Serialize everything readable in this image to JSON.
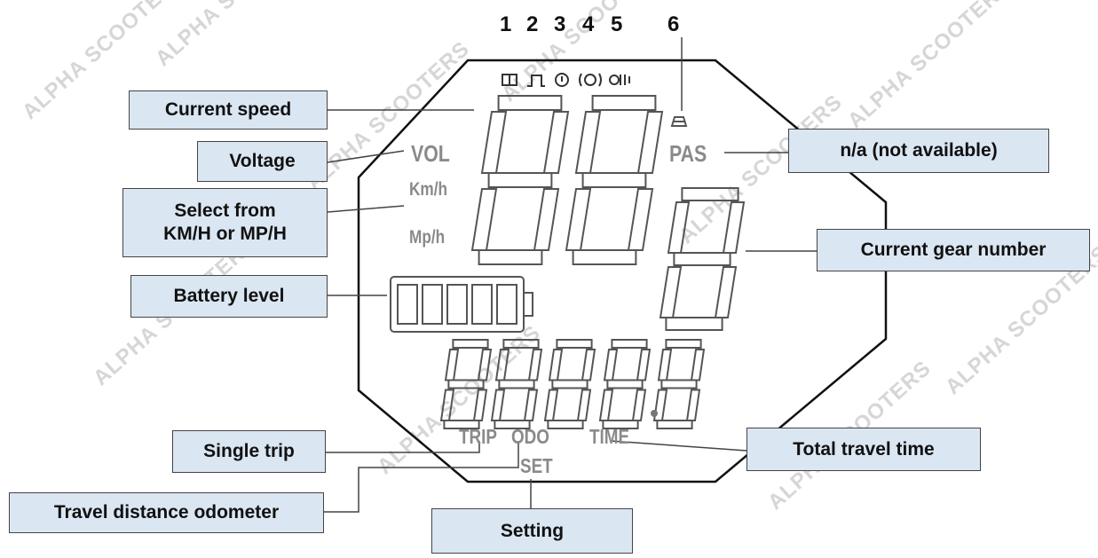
{
  "watermark": "ALPHA SCOOTERS",
  "indicator_numbers": [
    "1",
    "2",
    "3",
    "4",
    "5",
    "6"
  ],
  "lcd_labels": {
    "vol": "VOL",
    "kmh": "Km/h",
    "mph": "Mp/h",
    "pas": "PAS",
    "trip": "TRIP",
    "odo": "ODO",
    "time": "TIME",
    "set": "SET"
  },
  "callouts": {
    "current_speed": "Current speed",
    "voltage": "Voltage",
    "select_unit_line1": "Select from",
    "select_unit_line2": "KM/H or MP/H",
    "battery_level": "Battery level",
    "single_trip": "Single trip",
    "odometer": "Travel distance odometer",
    "setting": "Setting",
    "total_travel_time": "Total travel time",
    "current_gear": "Current gear number",
    "na": "n/a (not available)"
  },
  "colors": {
    "callout_fill": "#dbe6f3",
    "segment": "#555555",
    "lcd_text": "#8a8a8a",
    "leader_line": "#444444"
  },
  "icons": [
    "headlight-icon",
    "pulse-icon",
    "warning-icon",
    "brake-icon",
    "motor-icon",
    "cruise-icon"
  ]
}
